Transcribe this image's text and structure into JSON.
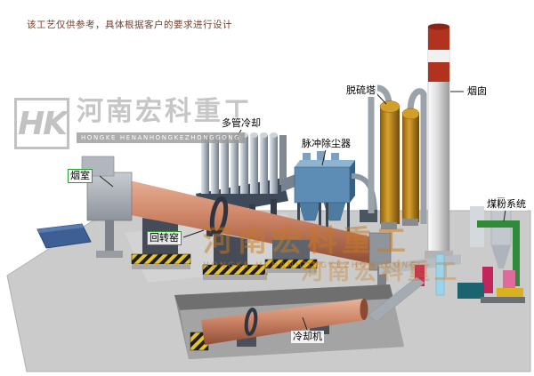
{
  "disclaimer": "该工艺仅供参考，具体根据客户的要求进行设计",
  "labels": {
    "smoke_chamber": "烟室",
    "rotary_kiln": "回转窑",
    "multi_tube_cooler": "多管冷却",
    "pulse_dust_collector": "脉冲除尘器",
    "desulfurization_tower": "脱硫塔",
    "chimney": "烟囱",
    "coal_powder_system": "煤粉系统",
    "cooling_machine": "冷却机"
  },
  "watermark": {
    "logo_initials": "HK",
    "company_cn": "河南宏科重工",
    "company_en": "HONGKE HENANHONGKEZHONGGONG",
    "center_company_cn": "河南宏科重工",
    "center_company_en": "HONGKE HENANHONGKEZHONGGONG"
  },
  "colors": {
    "platform_gray": "#cbcbcb",
    "kiln_salmon": "#cf8668",
    "dust_collector_blue": "#5d8cb4",
    "tower_orange": "#c8921c",
    "chimney_red": "#b23220",
    "pad_blue": "#3d5f94",
    "hazard_yellow": "#e8c520",
    "pipe_green": "#2f8a3a",
    "accent_magenta": "#c2245c",
    "label_border_green": "#27a02c",
    "watermark_orange": "#c87a1e",
    "disclaimer_brown": "#74402c"
  }
}
